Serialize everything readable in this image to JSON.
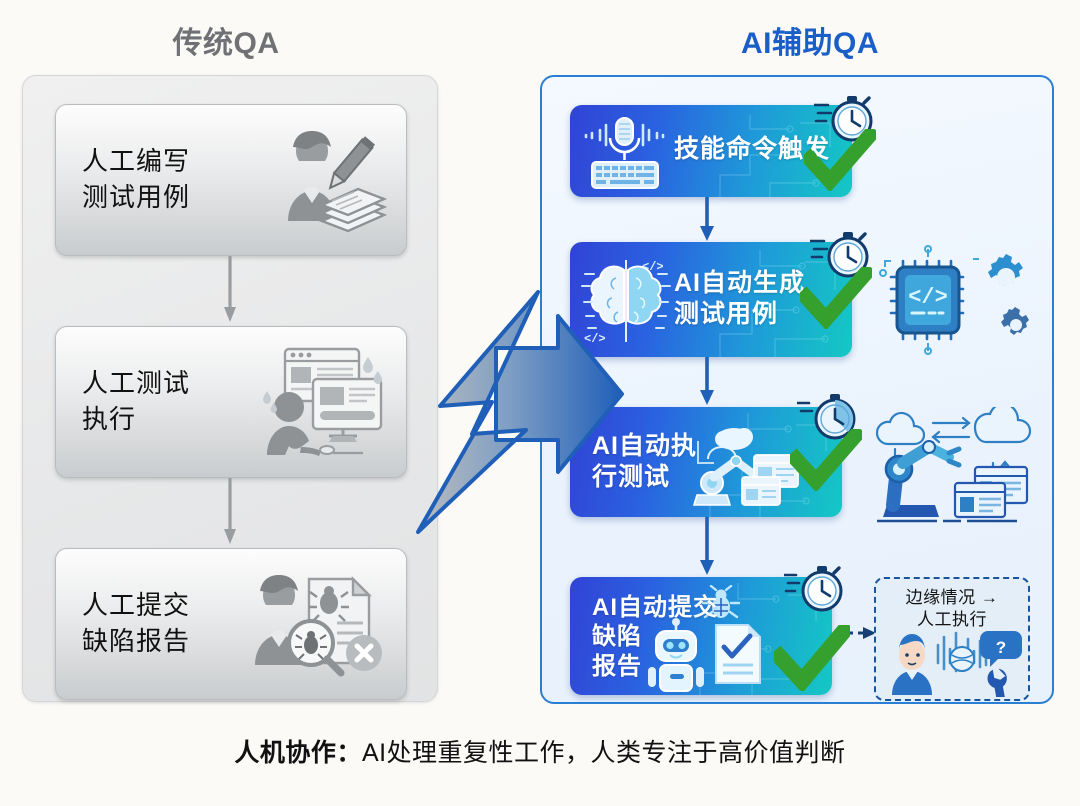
{
  "headers": {
    "left": "传统QA",
    "right": "AI辅助QA",
    "left_color": "#6f7174",
    "right_color": "#1a5fc8"
  },
  "traditional": {
    "steps": [
      {
        "label": "人工编写\n测试用例",
        "icon": "person-writing-documents-icon"
      },
      {
        "label": "人工测试\n执行",
        "icon": "person-at-computer-sweating-icon"
      },
      {
        "label": "人工提交\n缺陷报告",
        "icon": "person-bug-report-magnifier-icon"
      }
    ]
  },
  "ai": {
    "steps": [
      {
        "label": "技能命令触发",
        "icon": "microphone-keyboard-icon",
        "status": "check",
        "timer": "stopwatch-icon"
      },
      {
        "label": "AI自动生成\n测试用例",
        "icon": "ai-brain-icon",
        "status": "check",
        "timer": "stopwatch-icon"
      },
      {
        "label": "AI自动执\n行测试",
        "icon": "robot-arm-browser-icon",
        "status": "check",
        "timer": "stopwatch-icon"
      },
      {
        "label": "AI自动提交\n缺陷\n报告",
        "icon": "robot-bug-document-icon",
        "status": "check",
        "timer": "stopwatch-icon"
      }
    ],
    "side_illustrations": [
      {
        "name": "chip-gears-code-icon",
        "glyph": "</>"
      },
      {
        "name": "cloud-robot-arm-browsers-icon"
      }
    ],
    "edge_case": {
      "label": "边缘情况 →\n人工执行",
      "icon": "human-question-wrench-icon"
    }
  },
  "transition": {
    "icon": "lightning-arrow-icon"
  },
  "caption": {
    "bold_prefix": "人机协作：",
    "rest": "AI处理重复性工作，人类专注于高价值判断"
  },
  "colors": {
    "page_bg": "#fbfaf7",
    "gray_panel": "#e7e8e9",
    "blue_accent": "#1a5fc8",
    "gradient_start": "#3143d6",
    "gradient_end": "#14c8c4",
    "check_green": "#35a02e",
    "dashed_border": "#18559e"
  }
}
